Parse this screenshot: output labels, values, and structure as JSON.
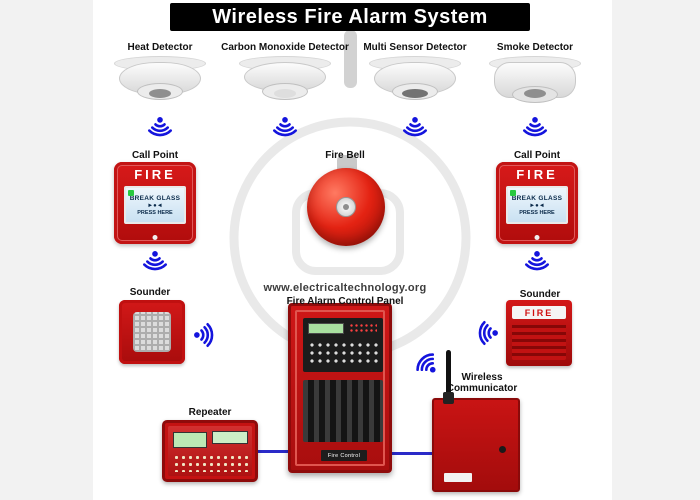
{
  "title": "Wireless Fire Alarm System",
  "watermark": "www.electricaltechnology.org",
  "detectors": [
    {
      "label": "Heat Detector"
    },
    {
      "label": "Carbon Monoxide Detector"
    },
    {
      "label": "Multi Sensor Detector"
    },
    {
      "label": "Smoke Detector"
    }
  ],
  "call_point": {
    "label": "Call Point",
    "fire_text": "FIRE",
    "screen_line1": "BREAK GLASS",
    "screen_arrows": "►●◄",
    "screen_line2": "PRESS HERE"
  },
  "fire_bell": {
    "label": "Fire Bell"
  },
  "sounder": {
    "label": "Sounder",
    "fire_text": "FIRE"
  },
  "control_panel": {
    "label": "Fire Alarm Control Panel",
    "door_label": "Fire Control"
  },
  "wireless_communicator": {
    "label": "Wireless Communicator"
  },
  "repeater": {
    "label": "Repeater"
  },
  "icons": {
    "wifi": "wifi-signal-arcs"
  },
  "colors": {
    "alarm_red": "#c41212",
    "signal_blue": "#1414dd",
    "title_bg": "#000000",
    "title_fg": "#ffffff"
  }
}
